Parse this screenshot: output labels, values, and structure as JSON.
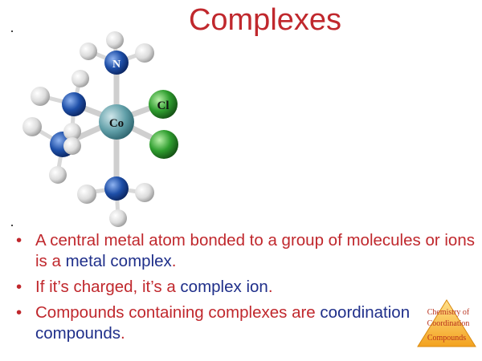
{
  "slide": {
    "title": "Complexes",
    "molecule": {
      "metal_label": "Co",
      "donor_label": "N",
      "halide_label": "Cl"
    },
    "bullets": [
      {
        "before": "A central metal atom bonded to a group of molecules or ions is a ",
        "term": "metal complex",
        "after": "."
      },
      {
        "before": "If it’s charged, it’s a ",
        "term": "complex ion",
        "after": "."
      },
      {
        "before": "Compounds containing complexes are ",
        "term": "coordination compounds",
        "after": "."
      }
    ],
    "badge": {
      "line1": "Chemistry of",
      "line2": "Coordination",
      "line3": "Compounds"
    }
  },
  "colors": {
    "title": "#c0282d",
    "bullet_text": "#c0282d",
    "term_text": "#1f2f8a",
    "cobalt": "#5f9ea7",
    "nitrogen": "#1e4fa8",
    "chlorine": "#2f9e2f",
    "hydrogen": "#e6e6e6"
  }
}
